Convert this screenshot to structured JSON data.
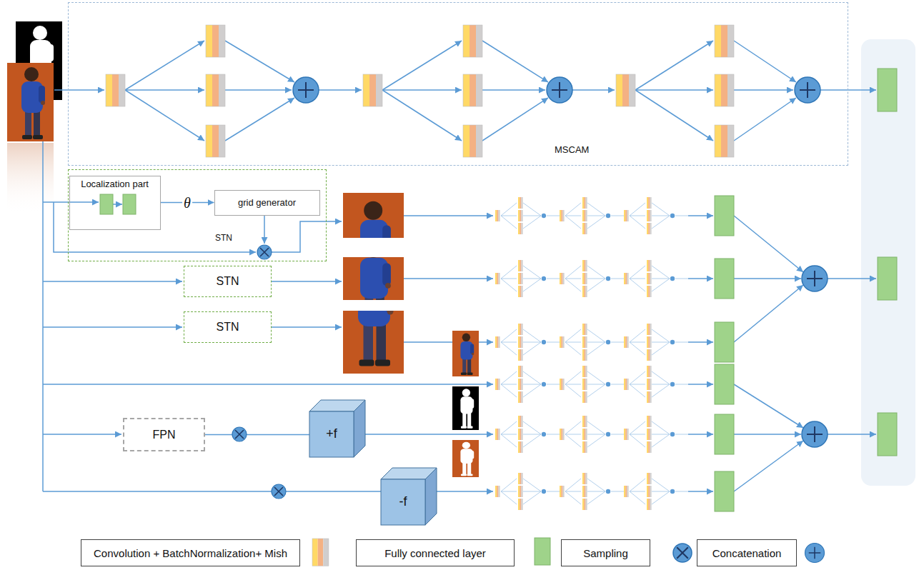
{
  "diagram": {
    "nodes": [
      {
        "text": [
          "MSCAM"
        ]
      },
      {
        "text": [
          "STN"
        ]
      },
      {
        "text": [
          "Localization part"
        ],
        "in": 1
      },
      {
        "text": [
          "grid generator"
        ],
        "in": 1
      },
      {
        "text": [
          "STN"
        ]
      },
      {
        "text": [
          "STN"
        ]
      },
      {
        "text": [
          "FPN"
        ]
      },
      {
        "text": [
          "+f"
        ]
      },
      {
        "text": [
          "-f"
        ]
      }
    ],
    "edges": [
      {
        "from": 2,
        "to": 3,
        "label": "θ",
        "arrow": "to"
      },
      {
        "from": 6,
        "to": 7,
        "arrow": "none"
      }
    ],
    "legend": [
      {
        "text": "Convolution + BatchNormalization+ Mish"
      },
      {
        "text": "Fully connected layer",
        "color": "#9fd38a"
      },
      {
        "text": "Sampling"
      },
      {
        "text": "Concatenation"
      }
    ]
  }
}
